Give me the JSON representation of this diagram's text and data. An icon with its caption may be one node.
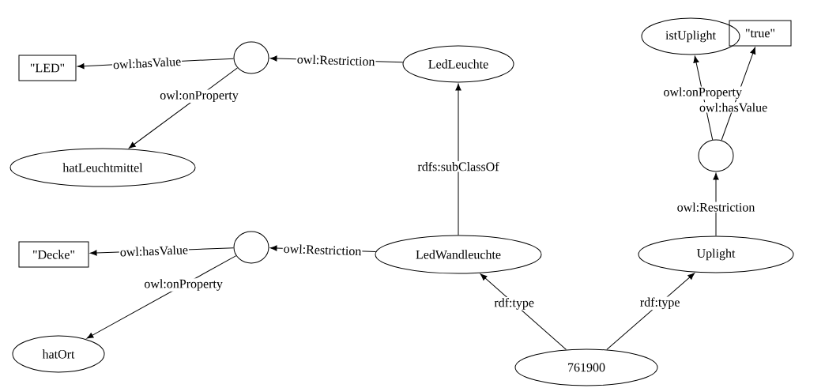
{
  "diagram": {
    "nodes": [
      {
        "text": [
          "\"LED\""
        ]
      },
      {
        "text": [],
        "shape": "circle"
      },
      {
        "text": [
          "LedLeuchte"
        ]
      },
      {
        "text": [
          "hatLeuchtmittel"
        ]
      },
      {
        "text": [
          "istUplight"
        ]
      },
      {
        "text": [
          "\"true\""
        ]
      },
      {
        "text": [],
        "shape": "circle"
      },
      {
        "text": [
          "\"Decke\""
        ]
      },
      {
        "text": [],
        "shape": "circle"
      },
      {
        "text": [
          "LedWandleuchte"
        ]
      },
      {
        "text": [
          "Uplight"
        ]
      },
      {
        "text": [
          "hatOrt"
        ]
      },
      {
        "text": [
          "761900"
        ]
      }
    ],
    "edges": [
      {
        "from": 1,
        "to": 0,
        "arrow": "to",
        "label": "owl:hasValue"
      },
      {
        "from": 1,
        "to": 3,
        "arrow": "to",
        "label": "owl:onProperty"
      },
      {
        "from": 2,
        "to": 1,
        "arrow": "to",
        "label": "owl:Restriction"
      },
      {
        "from": 9,
        "to": 2,
        "arrow": "to",
        "label": "rdfs:subClassOf"
      },
      {
        "from": 6,
        "to": 4,
        "arrow": "to",
        "label": "owl:onProperty"
      },
      {
        "from": 6,
        "to": 5,
        "arrow": "to",
        "label": "owl:hasValue"
      },
      {
        "from": 10,
        "to": 6,
        "arrow": "to",
        "label": "owl:Restriction"
      },
      {
        "from": 8,
        "to": 7,
        "arrow": "to",
        "label": "owl:hasValue"
      },
      {
        "from": 8,
        "to": 11,
        "arrow": "to",
        "label": "owl:onProperty"
      },
      {
        "from": 9,
        "to": 8,
        "arrow": "to",
        "label": "owl:Restriction"
      },
      {
        "from": 12,
        "to": 9,
        "arrow": "to",
        "label": "rdf:type"
      },
      {
        "from": 12,
        "to": 10,
        "arrow": "to",
        "label": "rdf:type"
      }
    ]
  }
}
